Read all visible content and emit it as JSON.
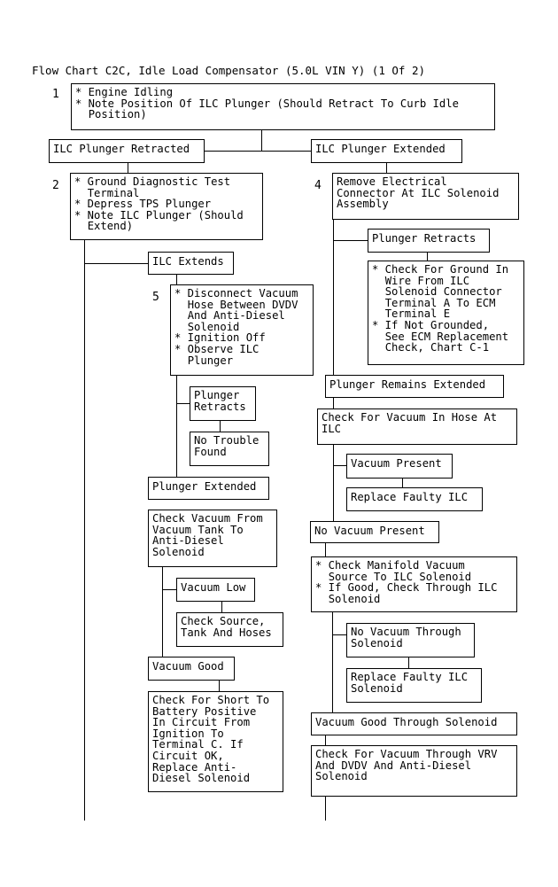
{
  "title": "Flow Chart C2C, Idle Load Compensator (5.0L VIN Y) (1 Of 2)",
  "step_numbers": {
    "s1": "1",
    "s2": "2",
    "s4": "4",
    "s5": "5"
  },
  "boxes": {
    "step1": "* Engine Idling\n* Note Position Of ILC Plunger (Should Retract To Curb Idle\n  Position)",
    "plunger_retracted": "ILC Plunger Retracted",
    "plunger_extended": "ILC Plunger Extended",
    "step2": "* Ground Diagnostic Test\n  Terminal\n* Depress TPS Plunger\n* Note ILC Plunger (Should\n  Extend)",
    "step4": "Remove Electrical\nConnector At ILC Solenoid\nAssembly",
    "ilc_extends": "ILC Extends",
    "step5": "* Disconnect Vacuum\n  Hose Between DVDV\n  And Anti-Diesel\n  Solenoid\n* Ignition Off\n* Observe ILC\n  Plunger",
    "plunger_retracts_4": "Plunger Retracts",
    "check_ground": "* Check For Ground In\n  Wire From ILC\n  Solenoid Connector\n  Terminal A To ECM\n  Terminal E\n* If Not Grounded,\n  See ECM Replacement\n  Check, Chart C-1",
    "plunger_remains_extended": "Plunger Remains Extended",
    "plunger_retracts_5": "Plunger\nRetracts",
    "no_trouble_found": "No Trouble\nFound",
    "check_vacuum_hose": "Check For Vacuum In Hose At\nILC",
    "vacuum_present": "Vacuum Present",
    "replace_faulty_ilc": "Replace Faulty ILC",
    "plunger_extended_5": "Plunger Extended",
    "check_vacuum_tank": "Check Vacuum From\nVacuum Tank To\nAnti-Diesel\nSolenoid",
    "no_vacuum_present": "No Vacuum Present",
    "check_manifold": "* Check Manifold Vacuum\n  Source To ILC Solenoid\n* If Good, Check Through ILC\n  Solenoid",
    "vacuum_low": "Vacuum Low",
    "check_source": "Check Source,\nTank And Hoses",
    "no_vacuum_through": "No Vacuum Through\nSolenoid",
    "replace_faulty_solenoid": "Replace Faulty ILC\nSolenoid",
    "vacuum_good": "Vacuum Good",
    "check_short": "Check For Short To\nBattery Positive\nIn Circuit From\nIgnition To\nTerminal C. If\nCircuit OK,\nReplace Anti-\nDiesel Solenoid",
    "vacuum_good_through": "Vacuum Good Through Solenoid",
    "check_vacuum_vrv": "Check For Vacuum Through VRV\nAnd DVDV And Anti-Diesel\nSolenoid"
  }
}
